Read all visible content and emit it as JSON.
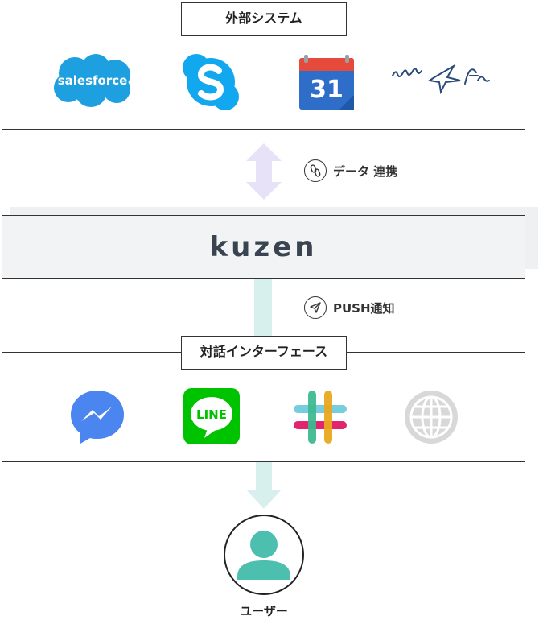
{
  "external_systems": {
    "label": "外部システム",
    "icons": [
      "salesforce-icon",
      "skype-icon",
      "google-calendar-icon",
      "kintone-swallow-icon"
    ],
    "salesforce_text": "salesforce",
    "calendar_day": "31"
  },
  "data_link": {
    "label": "データ 連携",
    "icon": "link-icon"
  },
  "kuzen": {
    "logo_text": "kuzen"
  },
  "push": {
    "label": "PUSH通知",
    "icon": "paper-plane-icon"
  },
  "chat_interfaces": {
    "label": "対話インターフェース",
    "icons": [
      "messenger-icon",
      "line-icon",
      "slack-icon",
      "web-globe-icon"
    ],
    "line_text": "LINE"
  },
  "user": {
    "label": "ユーザー",
    "icon": "user-avatar-icon"
  },
  "colors": {
    "purple_arrow": "#e8e2f8",
    "teal_arrow": "#d7f0ed",
    "user_teal": "#4cbfae",
    "line_green": "#00c300",
    "messenger_blue": "#4a85f0",
    "skype_blue": "#12a8ef",
    "salesforce_blue": "#1d9fe0"
  }
}
